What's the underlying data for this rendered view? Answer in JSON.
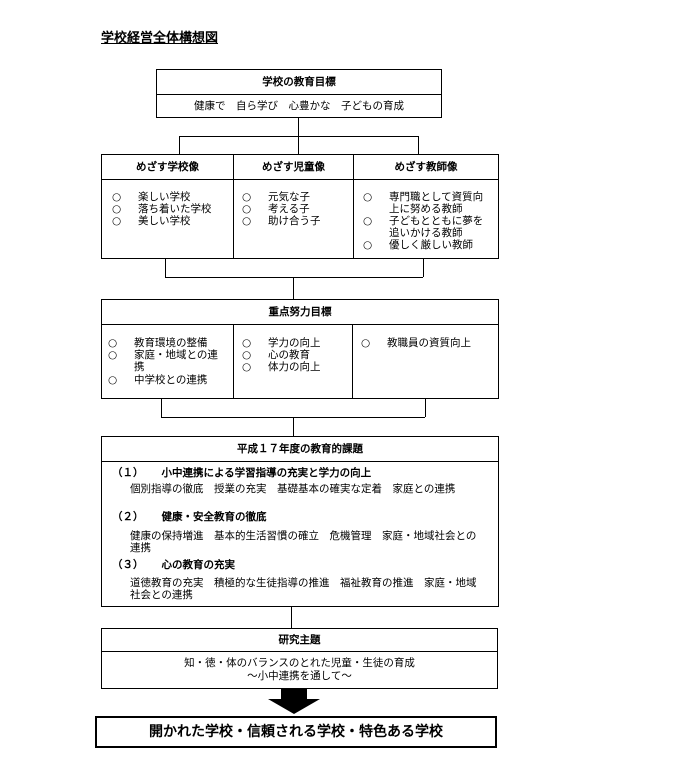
{
  "title": "学校経営全体構想図",
  "goal": {
    "header": "学校の教育目標",
    "text": "健康で　自ら学び　心豊かな　子どもの育成"
  },
  "vision": {
    "school": {
      "header": "めざす学校像",
      "items": [
        "楽しい学校",
        "落ち着いた学校",
        "美しい学校"
      ]
    },
    "student": {
      "header": "めざす児童像",
      "items": [
        "元気な子",
        "考える子",
        "助け合う子"
      ]
    },
    "teacher": {
      "header": "めざす教師像",
      "items": [
        "専門職として資質向上に努める教師",
        "子どもとともに夢を追いかける教師",
        "優しく厳しい教師"
      ]
    }
  },
  "focus": {
    "header": "重点努力目標",
    "col1": [
      "教育環境の整備",
      "家庭・地域との連携",
      "中学校との連携"
    ],
    "col2": [
      "学力の向上",
      "心の教育",
      "体力の向上"
    ],
    "col3": [
      "教職員の資質向上"
    ]
  },
  "issues": {
    "header": "平成１７年度の教育的課題",
    "items": [
      {
        "no": "（１）",
        "title": "小中連携による学習指導の充実と学力の向上",
        "detail": "個別指導の徹底　授業の充実　基礎基本の確実な定着　家庭との連携"
      },
      {
        "no": "（２）",
        "title": "健康・安全教育の徹底",
        "detail": "健康の保持増進　基本的生活習慣の確立　危機管理　家庭・地域社会との連携"
      },
      {
        "no": "（３）",
        "title": "心の教育の充実",
        "detail": "道徳教育の充実　積極的な生徒指導の推進　福祉教育の推進　家庭・地域社会との連携"
      }
    ]
  },
  "research": {
    "header": "研究主題",
    "line1": "知・徳・体のバランスのとれた児童・生徒の育成",
    "line2": "～小中連携を通して～"
  },
  "final": "開かれた学校・信頼される学校・特色ある学校",
  "marker": "○"
}
